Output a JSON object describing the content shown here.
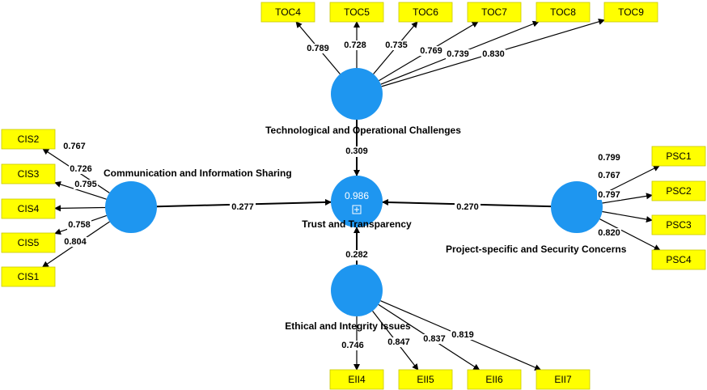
{
  "colors": {
    "construct_fill": "#1e96f0",
    "indicator_fill": "#ffff00",
    "indicator_border": "#c8c800",
    "arrow": "#000000",
    "background": "#ffffff"
  },
  "constructs": {
    "toc": "Technological and Operational Challenges",
    "cis": "Communication and Information Sharing",
    "tt": "Trust and Transparency",
    "psc": "Project-specific and Security Concerns",
    "eii": "Ethical and Integrity Issues"
  },
  "tt_r_squared": "0.986",
  "tt_expand_icon": "plus-square-icon",
  "paths": {
    "toc_tt": "0.309",
    "cis_tt": "0.277",
    "psc_tt": "0.270",
    "eii_tt": "0.282"
  },
  "indicators": {
    "toc": [
      {
        "label": "TOC4",
        "loading": "0.789"
      },
      {
        "label": "TOC5",
        "loading": "0.728"
      },
      {
        "label": "TOC6",
        "loading": "0.735"
      },
      {
        "label": "TOC7",
        "loading": "0.769"
      },
      {
        "label": "TOC8",
        "loading": "0.739"
      },
      {
        "label": "TOC9",
        "loading": "0.830"
      }
    ],
    "cis": [
      {
        "label": "CIS2",
        "loading": "0.767"
      },
      {
        "label": "CIS3",
        "loading": "0.726"
      },
      {
        "label": "CIS4",
        "loading": "0.795"
      },
      {
        "label": "CIS5",
        "loading": "0.758"
      },
      {
        "label": "CIS1",
        "loading": "0.804"
      }
    ],
    "psc": [
      {
        "label": "PSC1",
        "loading": "0.799"
      },
      {
        "label": "PSC2",
        "loading": "0.767"
      },
      {
        "label": "PSC3",
        "loading": "0.797"
      },
      {
        "label": "PSC4",
        "loading": "0.820"
      }
    ],
    "eii": [
      {
        "label": "EII4",
        "loading": "0.746"
      },
      {
        "label": "EII5",
        "loading": "0.847"
      },
      {
        "label": "EII6",
        "loading": "0.837"
      },
      {
        "label": "EII7",
        "loading": "0.819"
      }
    ]
  }
}
